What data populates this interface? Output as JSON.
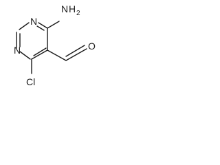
{
  "molecule": {
    "atoms": {
      "n_top": "N",
      "n_left": "N",
      "amine_n": "N",
      "amine_h": "H",
      "amine_sub": "2",
      "cl": "Cl",
      "o": "O"
    }
  },
  "colors": {
    "ink": "#1a1a1a",
    "background": "#ffffff"
  }
}
